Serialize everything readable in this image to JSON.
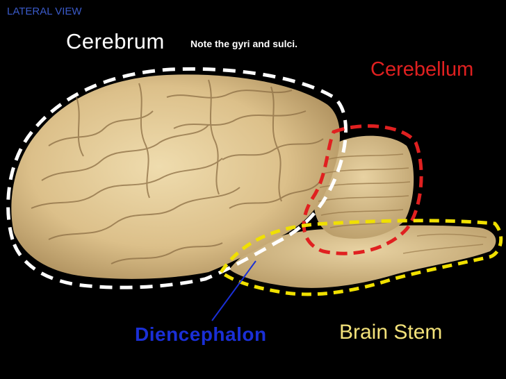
{
  "view_label": "LATERAL VIEW",
  "labels": {
    "cerebrum": "Cerebrum",
    "note": "Note the gyri and sulci.",
    "cerebellum": "Cerebellum",
    "diencephalon": "Diencephalon",
    "brain_stem": "Brain Stem"
  },
  "colors": {
    "background": "#000000",
    "cerebrum_outline": "#ffffff",
    "cerebellum_outline": "#e02020",
    "brain_stem_outline": "#f0e000",
    "diencephalon_text": "#1a2fd6",
    "brain_stem_text": "#f3e27a",
    "view_label_text": "#3a5ac8"
  }
}
